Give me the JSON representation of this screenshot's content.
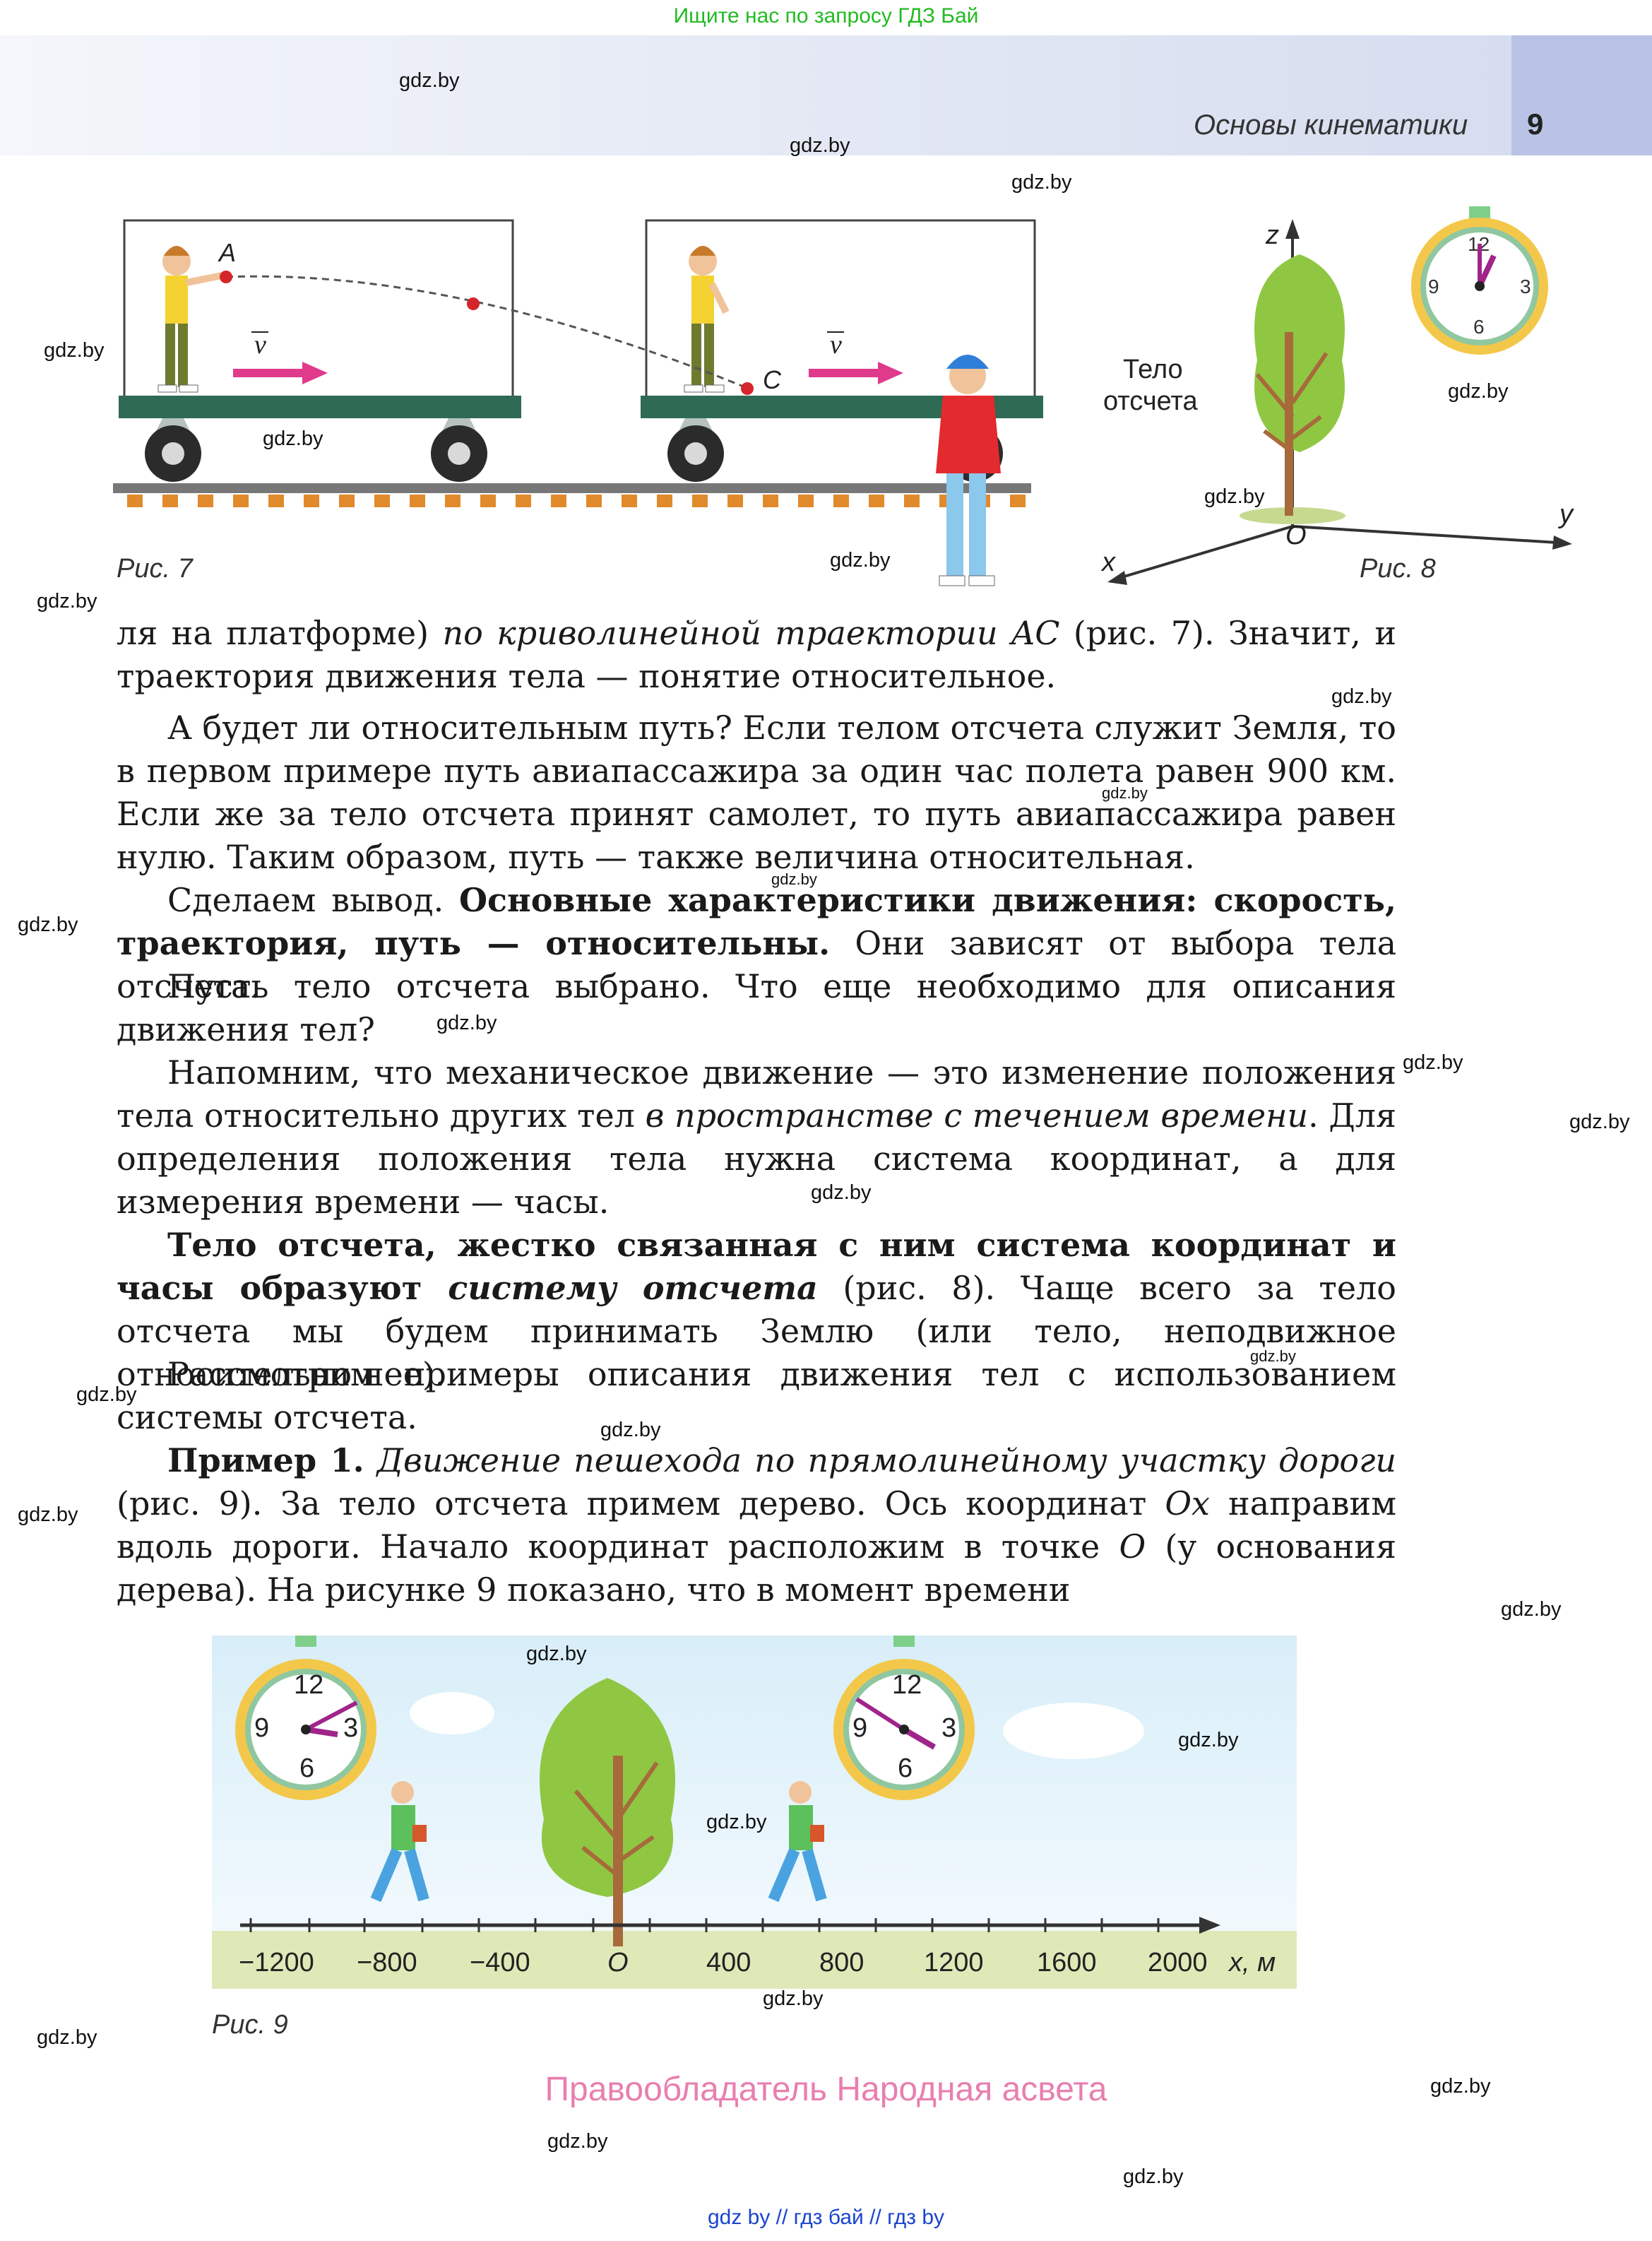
{
  "banner": "Ищите нас по запросу ГДЗ Бай",
  "header": {
    "running_title": "Основы кинематики",
    "page_number": "9"
  },
  "fig7": {
    "caption": "Рис. 7",
    "point_a": "A",
    "point_c": "C",
    "velocity": "v"
  },
  "fig8": {
    "caption": "Рис. 8",
    "body_label_1": "Тело",
    "body_label_2": "отсчета",
    "axis_z": "z",
    "axis_y": "y",
    "axis_x": "x",
    "origin": "O",
    "clock_12": "12",
    "clock_3": "3",
    "clock_6": "6",
    "clock_9": "9"
  },
  "paragraphs": {
    "p1a": "ля на платформе) ",
    "p1b": "по криволинейной траектории AC",
    "p1c": " (рис. 7). Значит, и траектория движения тела — понятие относительное.",
    "p2": "А будет ли относительным путь? Если телом отсчета служит Земля, то в первом примере путь авиапассажира за один час полета равен 900 км. Если же за тело отсчета принят самолет, то путь авиапассажира равен нулю. Таким образом, путь — также величина относительная.",
    "p3a": "Сделаем вывод. ",
    "p3b": "Основные характеристики движения: скорость, траектория, путь — относительны.",
    "p3c": " Они зависят от выбора тела отсчета.",
    "p4": "Пусть тело отсчета выбрано. Что еще необходимо для описания движения тел?",
    "p5a": "Напомним, что механическое движение — это изменение положения тела относительно других тел ",
    "p5b": "в пространстве с течением времени",
    "p5c": ". Для определения положения тела нужна система координат, а для измерения времени — часы.",
    "p6a": "Тело отсчета, жестко связанная с ним система координат и часы образуют ",
    "p6b": "систему отсчета",
    "p6c": " (рис. 8). Чаще всего за тело отсчета мы будем принимать Землю (или тело, неподвижное относительно нее).",
    "p7": "Рассмотрим примеры описания движения тел с использованием системы отсчета.",
    "p8a": "Пример 1.",
    "p8b": " Движение пешехода по прямолинейному участку дороги",
    "p8c": " (рис. 9). За тело отсчета примем дерево. Ось координат ",
    "p8d": "Ox",
    "p8e": " направим вдоль дороги. Начало координат расположим в точке ",
    "p8f": "O",
    "p8g": " (у основания дерева). На рисунке 9 показано, что в момент времени"
  },
  "fig9": {
    "caption": "Рис. 9",
    "ticks": [
      "−1200",
      "−800",
      "−400",
      "O",
      "400",
      "800",
      "1200",
      "1600",
      "2000"
    ],
    "axis_label": "x, м",
    "clock_12": "12",
    "clock_3": "3",
    "clock_6": "6",
    "clock_9": "9"
  },
  "watermark": "gdz.by",
  "copyright": "Правообладатель Народная асвета",
  "footer": "gdz by  //  гдз бай  //  гдз by"
}
